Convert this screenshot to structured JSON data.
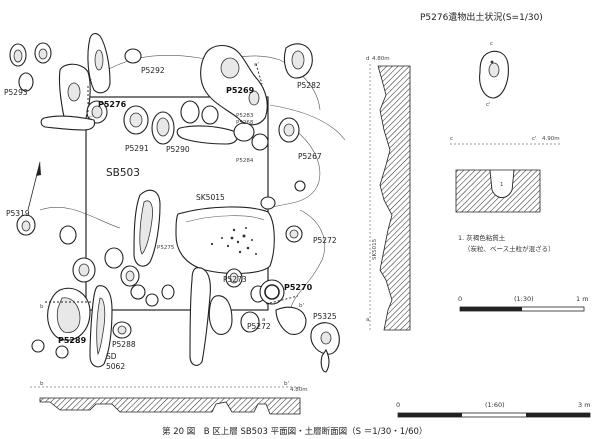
{
  "caption": "第 20 図　B 区上層 SB503 平面図・土層断面図（S ＝1/30・1/60）",
  "inset_title": "P5276遺物出土状況(S=1/30)",
  "building_label": "SB503",
  "feature_labels": {
    "p5293": "P5293",
    "p5292": "P5292",
    "p5276": "P5276",
    "p5269": "P5269",
    "p5282": "P5282",
    "p5291": "P5291",
    "p5290": "P5290",
    "p5283": "P5283",
    "p5268": "P5268",
    "p5284": "P5284",
    "p5267": "P5267",
    "sk5015": "SK5015",
    "p5319": "P5319",
    "p5275": "P5275",
    "p5272a": "P5272",
    "p5273": "P5273",
    "p5270": "P5270",
    "p5272b": "P5272",
    "p5325": "P5325",
    "p5289": "P5289",
    "p5288": "P5288",
    "sd": "SD",
    "sd_no": "5062"
  },
  "section_marks": {
    "a": "a",
    "a_prime": "a'",
    "b": "b",
    "b_prime": "b'",
    "c": "c",
    "c_prime": "c'",
    "d": "d",
    "d_elev": "4.80m",
    "b_elev": "4.80m",
    "c_elev": "4.90m",
    "sk_vertical": "SK5015",
    "c_sec_left": "c",
    "c_sec_right": "c'",
    "inset_c": "c",
    "inset_cp": "c'",
    "profile_layer": "1"
  },
  "legend_note": {
    "line1": "1. 灰褐色粘質土",
    "line2": "（炭粒、ベース土粒が混ざる）"
  },
  "scale_1_30": {
    "ratio": "(1:30)",
    "start": "0",
    "end": "1 m"
  },
  "scale_1_60": {
    "ratio": "(1:60)",
    "start": "0",
    "end": "3 m"
  }
}
